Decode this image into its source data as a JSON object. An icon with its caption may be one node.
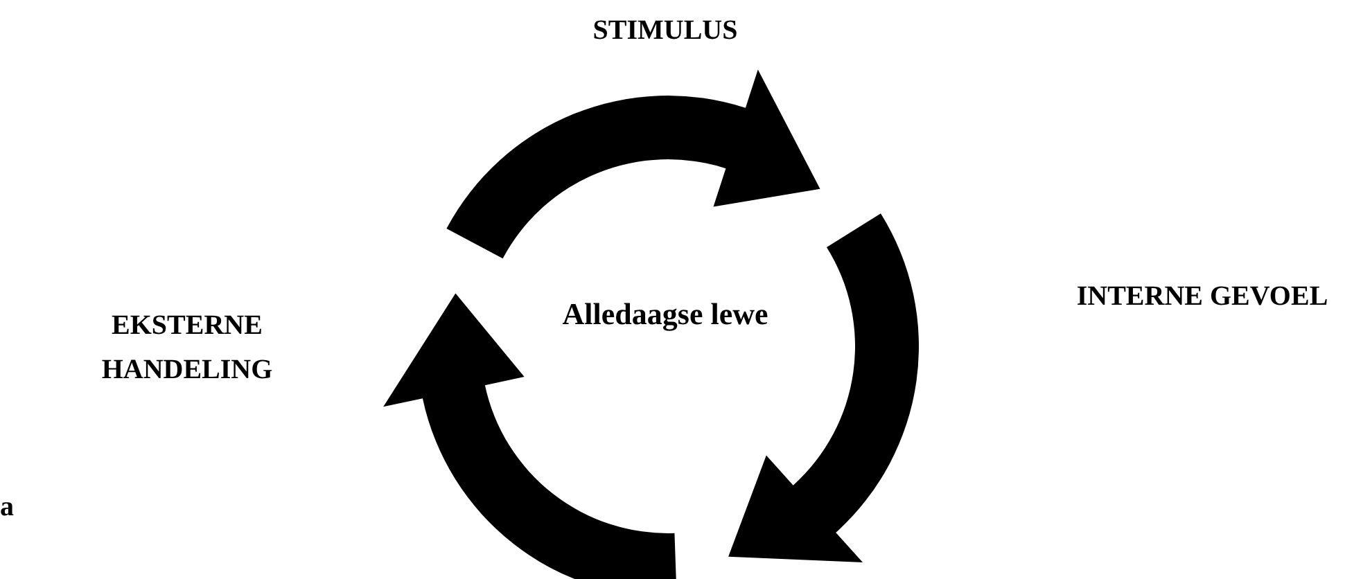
{
  "diagram": {
    "labels": [
      "STIMULUS",
      "Alledaagse lewe",
      "INTERNE GEVOEL",
      "EKSTERNE HANDELING",
      "a"
    ]
  }
}
